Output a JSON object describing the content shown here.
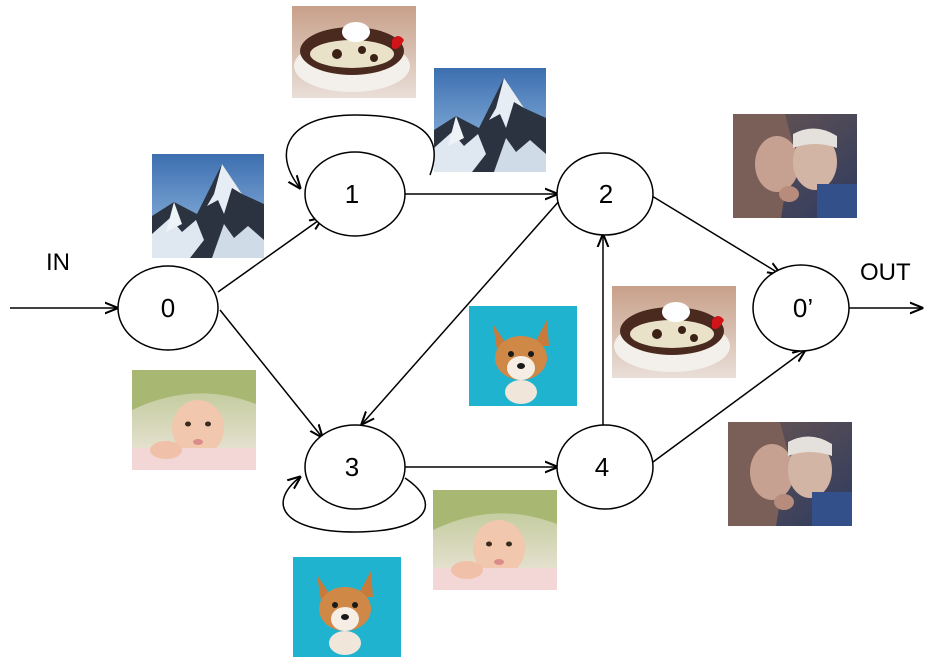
{
  "io": {
    "in_label": "IN",
    "out_label": "OUT"
  },
  "nodes": {
    "n0": "0",
    "n1": "1",
    "n2": "2",
    "n3": "3",
    "n4": "4",
    "n0p": "0’"
  },
  "transitions": [
    {
      "from": "IN",
      "to": "0"
    },
    {
      "from": "0",
      "to": "1"
    },
    {
      "from": "0",
      "to": "3"
    },
    {
      "from": "1",
      "to": "1"
    },
    {
      "from": "1",
      "to": "2"
    },
    {
      "from": "2",
      "to": "3"
    },
    {
      "from": "2",
      "to": "0’"
    },
    {
      "from": "3",
      "to": "3"
    },
    {
      "from": "3",
      "to": "4"
    },
    {
      "from": "4",
      "to": "2"
    },
    {
      "from": "4",
      "to": "0’"
    },
    {
      "from": "0’",
      "to": "OUT"
    }
  ],
  "image_icons": [
    "mountain-photo",
    "dessert-photo",
    "baby-photo",
    "dog-photo",
    "elderly-couple-photo"
  ],
  "colors": {
    "stroke": "#000000",
    "background": "#ffffff"
  }
}
